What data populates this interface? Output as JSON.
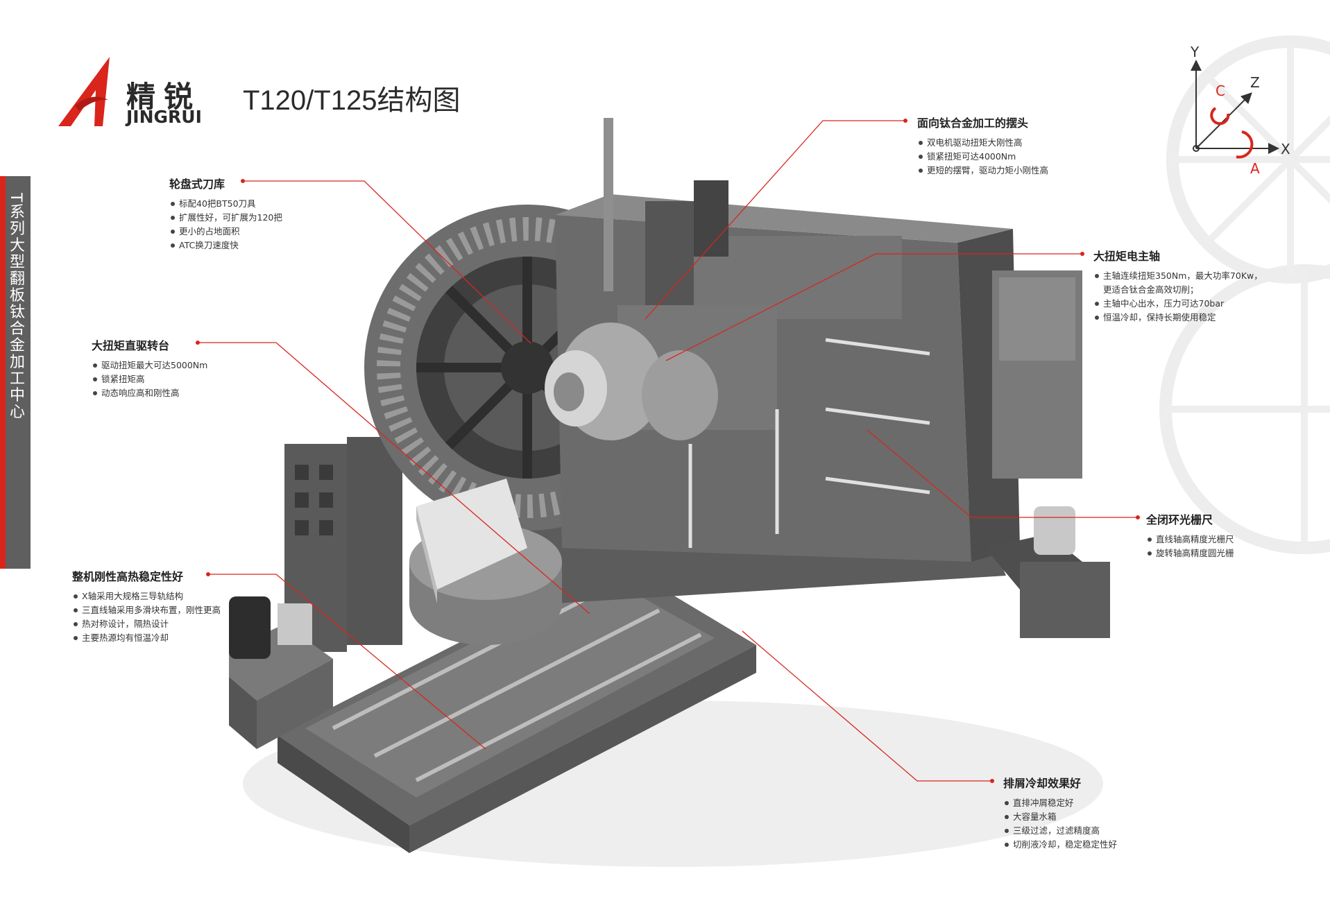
{
  "brand": {
    "name_cn": "精锐",
    "name_en": "JINGRUI",
    "accent": "#d9251c"
  },
  "page_title": "T120/T125结构图",
  "side_tab": "T系列大型翻板钛合金加工中心",
  "axes": {
    "y": "Y",
    "z": "Z",
    "x": "X",
    "c": "C",
    "a": "A"
  },
  "callouts": {
    "tool_magazine": {
      "title": "轮盘式刀库",
      "items": [
        "标配40把BT50刀具",
        "扩展性好，可扩展为120把",
        "更小的占地面积",
        "ATC换刀速度快"
      ]
    },
    "rotary_table": {
      "title": "大扭矩直驱转台",
      "items": [
        "驱动扭矩最大可达5000Nm",
        "锁紧扭矩高",
        "动态响应高和刚性高"
      ]
    },
    "rigidity": {
      "title": "整机刚性高热稳定性好",
      "items": [
        "X轴采用大规格三导轨结构",
        "三直线轴采用多滑块布置，刚性更高",
        "热对称设计，隔热设计",
        "主要热源均有恒温冷却"
      ]
    },
    "swing_head": {
      "title": "面向钛合金加工的摆头",
      "items": [
        "双电机驱动扭矩大刚性高",
        "锁紧扭矩可达4000Nm",
        "更短的摆臂，驱动力矩小刚性高"
      ]
    },
    "spindle": {
      "title": "大扭矩电主轴",
      "items": [
        "主轴连续扭矩350Nm，最大功率70Kw，",
        "更适合钛合金高效切削；",
        "主轴中心出水，压力可达70bar",
        "恒温冷却，保持长期使用稳定"
      ]
    },
    "grating": {
      "title": "全闭环光栅尺",
      "items": [
        "直线轴高精度光栅尺",
        "旋转轴高精度圆光栅"
      ]
    },
    "chip_coolant": {
      "title": "排屑冷却效果好",
      "items": [
        "直排冲屑稳定好",
        "大容量水箱",
        "三级过滤，过滤精度高",
        "切削液冷却，稳定稳定性好"
      ]
    }
  }
}
